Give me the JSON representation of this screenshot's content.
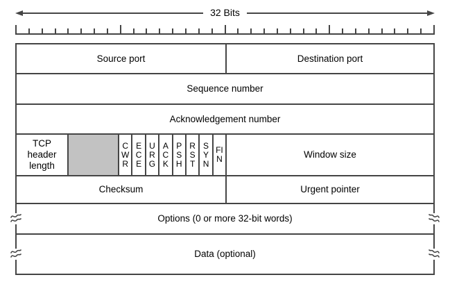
{
  "diagram": {
    "title": "32 Bits",
    "bits_total": 32,
    "major_tick_every": 8
  },
  "colors": {
    "line": "#454545",
    "reserved_fill": "#c2c2c2",
    "background": "#ffffff",
    "text": "#000000"
  },
  "fields": {
    "source_port": "Source port",
    "destination_port": "Destination port",
    "sequence_number": "Sequence number",
    "acknowledgement_number": "Acknowledgement number",
    "tcp_header_length": "TCP header length",
    "window_size": "Window size",
    "checksum": "Checksum",
    "urgent_pointer": "Urgent pointer",
    "options": "Options (0 or more 32-bit words)",
    "data": "Data (optional)"
  },
  "flags": [
    "CWR",
    "ECE",
    "URG",
    "ACK",
    "PSH",
    "RST",
    "SYN",
    "FIN"
  ]
}
